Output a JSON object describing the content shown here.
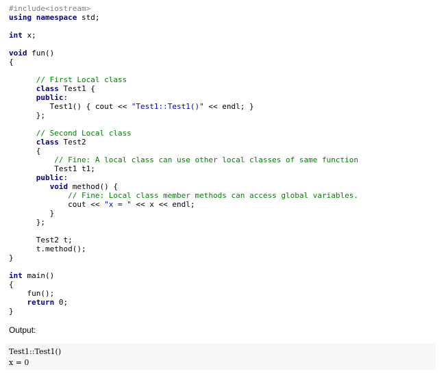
{
  "code": {
    "lines": [
      [
        {
          "t": "#include<iostream>",
          "c": "pp"
        }
      ],
      [
        {
          "t": "using namespace",
          "c": "kw"
        },
        {
          "t": " std;",
          "c": "txt"
        }
      ],
      [],
      [
        {
          "t": "int",
          "c": "kw"
        },
        {
          "t": " x;",
          "c": "txt"
        }
      ],
      [],
      [
        {
          "t": "void",
          "c": "kw"
        },
        {
          "t": " fun()",
          "c": "txt"
        }
      ],
      [
        {
          "t": "{",
          "c": "txt"
        }
      ],
      [],
      [
        {
          "t": "      // First Local class",
          "c": "cm"
        }
      ],
      [
        {
          "t": "      ",
          "c": "txt"
        },
        {
          "t": "class",
          "c": "kw"
        },
        {
          "t": " Test1 {",
          "c": "txt"
        }
      ],
      [
        {
          "t": "      ",
          "c": "txt"
        },
        {
          "t": "public",
          "c": "kw"
        },
        {
          "t": ":",
          "c": "txt"
        }
      ],
      [
        {
          "t": "         Test1() { cout << ",
          "c": "txt"
        },
        {
          "t": "\"Test1::Test1()\"",
          "c": "str"
        },
        {
          "t": " << endl; }",
          "c": "txt"
        }
      ],
      [
        {
          "t": "      };",
          "c": "txt"
        }
      ],
      [],
      [
        {
          "t": "      // Second Local class",
          "c": "cm"
        }
      ],
      [
        {
          "t": "      ",
          "c": "txt"
        },
        {
          "t": "class",
          "c": "kw"
        },
        {
          "t": " Test2",
          "c": "txt"
        }
      ],
      [
        {
          "t": "      {",
          "c": "txt"
        }
      ],
      [
        {
          "t": "          // Fine: A local class can use other local classes of same function",
          "c": "cm"
        }
      ],
      [
        {
          "t": "          Test1 t1;",
          "c": "txt"
        }
      ],
      [
        {
          "t": "      ",
          "c": "txt"
        },
        {
          "t": "public",
          "c": "kw"
        },
        {
          "t": ":",
          "c": "txt"
        }
      ],
      [
        {
          "t": "         ",
          "c": "txt"
        },
        {
          "t": "void",
          "c": "kw"
        },
        {
          "t": " method() {",
          "c": "txt"
        }
      ],
      [
        {
          "t": "             // Fine: Local class member methods can access global variables.",
          "c": "cm"
        }
      ],
      [
        {
          "t": "             cout << ",
          "c": "txt"
        },
        {
          "t": "\"x = \"",
          "c": "str"
        },
        {
          "t": " << x << endl;",
          "c": "txt"
        }
      ],
      [
        {
          "t": "         }",
          "c": "txt"
        }
      ],
      [
        {
          "t": "      };",
          "c": "txt"
        }
      ],
      [],
      [
        {
          "t": "      Test2 t;",
          "c": "txt"
        }
      ],
      [
        {
          "t": "      t.method();",
          "c": "txt"
        }
      ],
      [
        {
          "t": "}",
          "c": "txt"
        }
      ],
      [],
      [
        {
          "t": "int",
          "c": "kw"
        },
        {
          "t": " main()",
          "c": "txt"
        }
      ],
      [
        {
          "t": "{",
          "c": "txt"
        }
      ],
      [
        {
          "t": "    fun();",
          "c": "txt"
        }
      ],
      [
        {
          "t": "    ",
          "c": "txt"
        },
        {
          "t": "return",
          "c": "kw"
        },
        {
          "t": " 0;",
          "c": "txt"
        }
      ],
      [
        {
          "t": "}",
          "c": "txt"
        }
      ]
    ]
  },
  "output_label": "Output:",
  "output": {
    "lines": [
      "Test1::Test1()",
      "x = 0"
    ]
  }
}
